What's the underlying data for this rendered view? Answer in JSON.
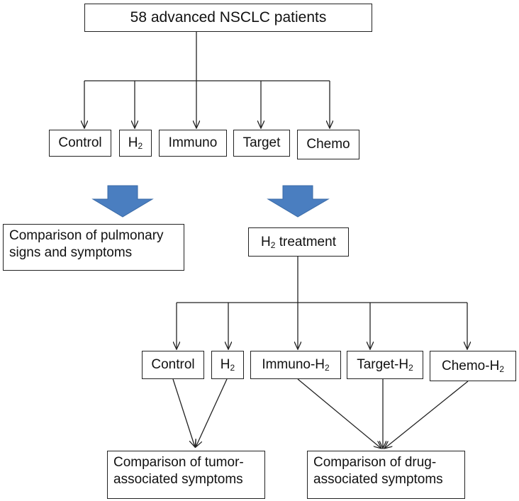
{
  "top": {
    "label": "58 advanced NSCLC patients"
  },
  "groups": [
    {
      "label": "Control",
      "sub": ""
    },
    {
      "label": "H",
      "sub": "2"
    },
    {
      "label": "Immuno",
      "sub": ""
    },
    {
      "label": "Target",
      "sub": ""
    },
    {
      "label": "Chemo",
      "sub": ""
    }
  ],
  "outcome_left": {
    "line1": "Comparison of pulmonary",
    "line2": "signs and symptoms"
  },
  "treatment": {
    "pre": "H",
    "sub": "2",
    "post": " treatment"
  },
  "sub_groups": [
    {
      "label": "Control",
      "sub": ""
    },
    {
      "label": "H",
      "sub": "2"
    },
    {
      "label": "Immuno-H",
      "sub": "2"
    },
    {
      "label": "Target-H",
      "sub": "2"
    },
    {
      "label": "Chemo-H",
      "sub": "2"
    }
  ],
  "outcome_tumor": {
    "line1": "Comparison of tumor-",
    "line2": "associated symptoms"
  },
  "outcome_drug": {
    "line1": "Comparison of drug-",
    "line2": "associated symptoms"
  },
  "colors": {
    "line": "#222222",
    "block_arrow_fill": "#4a7ec0",
    "block_arrow_stroke": "#3a6aa6"
  }
}
